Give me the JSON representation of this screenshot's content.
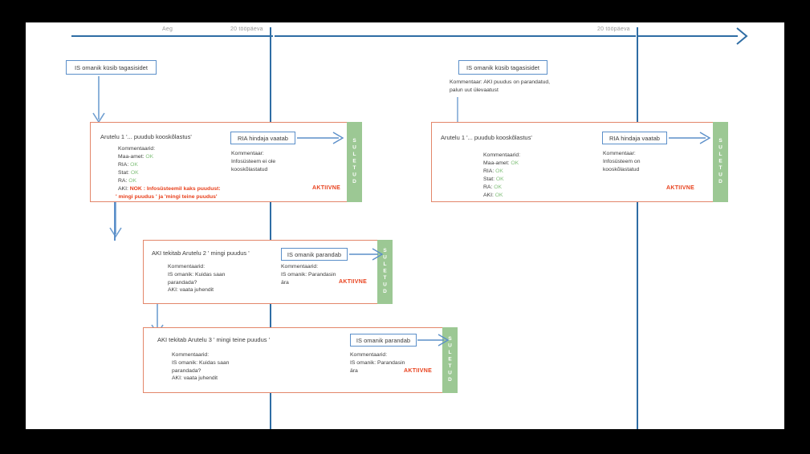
{
  "timeline": {
    "label_aeg": "Aeg",
    "label_period_1": "20 tööpäeva",
    "label_period_2": "20 tööpäeva"
  },
  "colors": {
    "timeline_blue": "#2e6da4",
    "box_blue": "#5b8fc9",
    "phase_orange": "#e3866a",
    "status_green": "#9cc894",
    "ok_green": "#84c17d",
    "alert_red": "#e8401c",
    "canvas": "#ffffff"
  },
  "left_column": {
    "request_box": "IS omanik küsib tagasisidet",
    "phases": [
      {
        "title": "Arutelu 1 '... puudub kooskõlastus'",
        "comments_heading": "Kommentaarid:",
        "comment_rows": [
          {
            "label": "Maa-amet:",
            "value": "OK",
            "state": "ok"
          },
          {
            "label": "RIA:",
            "value": "OK",
            "state": "ok"
          },
          {
            "label": "Stat:",
            "value": "OK",
            "state": "ok"
          },
          {
            "label": "RA:",
            "value": "OK",
            "state": "ok"
          },
          {
            "label": "AKI:",
            "value": "NOK : Infosüsteemil kaks puudust:",
            "state": "nok"
          }
        ],
        "extra_line": "' mingi puudus ' ja 'mingi teine puudus'",
        "action_box": "RIA hindaja vaatab",
        "action_comment_heading": "Kommentaar:",
        "action_comment_lines": "Infosüsteem ei ole\nkooskõlastatud",
        "status_active": "AKTIIVNE",
        "status_closed": "SULETUD"
      },
      {
        "title": "AKI tekitab Arutelu 2 ' mingi puudus '",
        "comments_heading": "Kommentaarid:",
        "comment_lines": "IS omanik: Kuidas saan\nparandada?\nAKI: vaata juhendit",
        "action_box": "IS omanik parandab",
        "action_comment_heading": "Kommentaarid:",
        "action_comment_lines": "IS omanik: Parandasin\nära",
        "status_active": "AKTIIVNE",
        "status_closed": "SULETUD"
      },
      {
        "title": "AKI tekitab Arutelu 3 ' mingi teine puudus '",
        "comments_heading": "Kommentaarid:",
        "comment_lines": "IS omanik: Kuidas saan\nparandada?\nAKI: vaata juhendit",
        "action_box": "IS omanik parandab",
        "action_comment_heading": "Kommentaarid:",
        "action_comment_lines": "IS omanik: Parandasin\nära",
        "status_active": "AKTIIVNE",
        "status_closed": "SULETUD"
      }
    ]
  },
  "right_column": {
    "request_box": "IS omanik küsib tagasisidet",
    "request_comment": "Kommentaar: AKI puudus on parandatud,\npalun uut ülevaatust",
    "phase": {
      "title": "Arutelu 1 '... puudub kooskõlastus'",
      "comments_heading": "Kommentaarid:",
      "comment_rows": [
        {
          "label": "Maa-amet:",
          "value": "OK",
          "state": "ok"
        },
        {
          "label": "RIA:",
          "value": "OK",
          "state": "ok"
        },
        {
          "label": "Stat:",
          "value": "OK",
          "state": "ok"
        },
        {
          "label": "RA:",
          "value": "OK",
          "state": "ok"
        },
        {
          "label": "AKI:",
          "value": "OK",
          "state": "ok"
        }
      ],
      "action_box": "RIA hindaja vaatab",
      "action_comment_heading": "Kommentaar:",
      "action_comment_lines": "Infosüsteem on\nkooskõlastatud",
      "status_active": "AKTIIVNE",
      "status_closed": "SULETUD"
    }
  }
}
